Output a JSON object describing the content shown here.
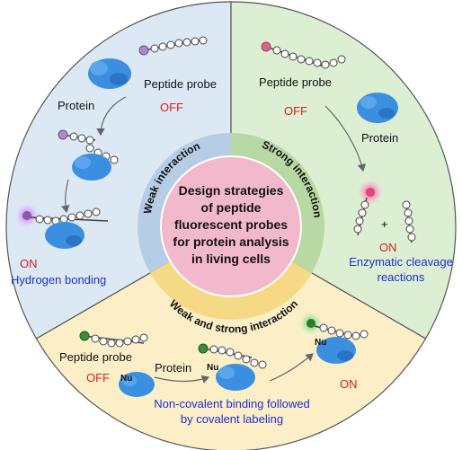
{
  "center": {
    "lines": [
      "Design strategies",
      "of peptide",
      "fluorescent probes",
      "for protein analysis",
      "in living cells"
    ]
  },
  "ring": {
    "weak": "Weak interaction",
    "strong": "Strong interaction",
    "weak_and_strong": "Weak and strong interaction"
  },
  "weak_panel": {
    "peptide_probe": "Peptide probe",
    "protein": "Protein",
    "off": "OFF",
    "on": "ON",
    "caption": "Hydrogen bonding"
  },
  "strong_panel": {
    "peptide_probe": "Peptide probe",
    "off": "OFF",
    "protein": "Protein",
    "plus": "+",
    "on": "ON",
    "caption_lines": [
      "Enzymatic cleavage",
      "reactions"
    ]
  },
  "combined_panel": {
    "peptide_probe": "Peptide probe",
    "off": "OFF",
    "protein": "Protein",
    "on": "ON",
    "nu": "Nu",
    "caption_lines": [
      "Non-covalent binding followed",
      "by covalent labeling"
    ]
  },
  "colors": {
    "weak_bg": "#dce9f5",
    "strong_bg": "#dcefd3",
    "combined_bg": "#fcefc8",
    "center_fill": "#f2b8cc",
    "protein": "#3b8fe0",
    "off_text": "#d6201f",
    "caption_text": "#1a2fd0"
  }
}
